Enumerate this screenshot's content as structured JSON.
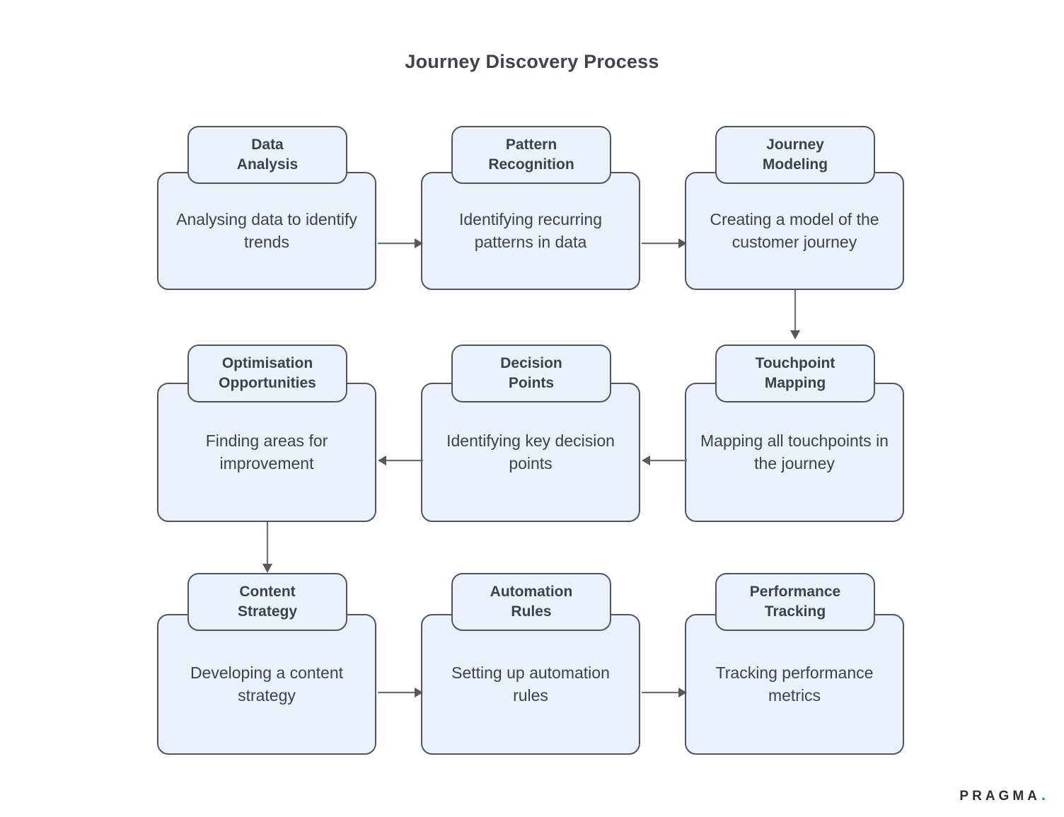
{
  "title": "Journey Discovery Process",
  "theme": {
    "background": "#ffffff",
    "card_fill": "#eaf1fd",
    "card_border": "#51555f",
    "text": "#3e4148",
    "title_text": "#414348",
    "arrow": "#6e7176",
    "logo_text": "#2c2f36",
    "logo_accent": "#3a6fe0"
  },
  "logo": {
    "name": "PRAGMA",
    "dot": "."
  },
  "nodes": [
    {
      "id": "data-analysis",
      "header": "Data\nAnalysis",
      "header_line1": "Data",
      "header_line2": "Analysis",
      "body": "Analysing data to identify trends",
      "row": 1,
      "col": 1
    },
    {
      "id": "pattern-recognition",
      "header": "Pattern\nRecognition",
      "header_line1": "Pattern",
      "header_line2": "Recognition",
      "body": "Identifying recurring patterns in data",
      "row": 1,
      "col": 2
    },
    {
      "id": "journey-modeling",
      "header": "Journey\nModeling",
      "header_line1": "Journey",
      "header_line2": "Modeling",
      "body": "Creating a model of the customer journey",
      "row": 1,
      "col": 3
    },
    {
      "id": "optimisation-opportunities",
      "header": "Optimisation\nOpportunities",
      "header_line1": "Optimisation",
      "header_line2": "Opportunities",
      "body": "Finding areas for improvement",
      "row": 2,
      "col": 1
    },
    {
      "id": "decision-points",
      "header": "Decision\nPoints",
      "header_line1": "Decision",
      "header_line2": "Points",
      "body": "Identifying key decision points",
      "row": 2,
      "col": 2
    },
    {
      "id": "touchpoint-mapping",
      "header": "Touchpoint\nMapping",
      "header_line1": "Touchpoint",
      "header_line2": "Mapping",
      "body": "Mapping all touchpoints in the journey",
      "row": 2,
      "col": 3
    },
    {
      "id": "content-strategy",
      "header": "Content\nStrategy",
      "header_line1": "Content",
      "header_line2": "Strategy",
      "body": "Developing a content strategy",
      "row": 3,
      "col": 1
    },
    {
      "id": "automation-rules",
      "header": "Automation\nRules",
      "header_line1": "Automation",
      "header_line2": "Rules",
      "body": "Setting up automation rules",
      "row": 3,
      "col": 2
    },
    {
      "id": "performance-tracking",
      "header": "Performance\nTracking",
      "header_line1": "Performance",
      "header_line2": "Tracking",
      "body": "Tracking performance metrics",
      "row": 3,
      "col": 3
    }
  ],
  "connections": [
    {
      "from": "data-analysis",
      "to": "pattern-recognition",
      "direction": "right"
    },
    {
      "from": "pattern-recognition",
      "to": "journey-modeling",
      "direction": "right"
    },
    {
      "from": "journey-modeling",
      "to": "touchpoint-mapping",
      "direction": "down"
    },
    {
      "from": "touchpoint-mapping",
      "to": "decision-points",
      "direction": "left"
    },
    {
      "from": "decision-points",
      "to": "optimisation-opportunities",
      "direction": "left"
    },
    {
      "from": "optimisation-opportunities",
      "to": "content-strategy",
      "direction": "down"
    },
    {
      "from": "content-strategy",
      "to": "automation-rules",
      "direction": "right"
    },
    {
      "from": "automation-rules",
      "to": "performance-tracking",
      "direction": "right"
    }
  ]
}
